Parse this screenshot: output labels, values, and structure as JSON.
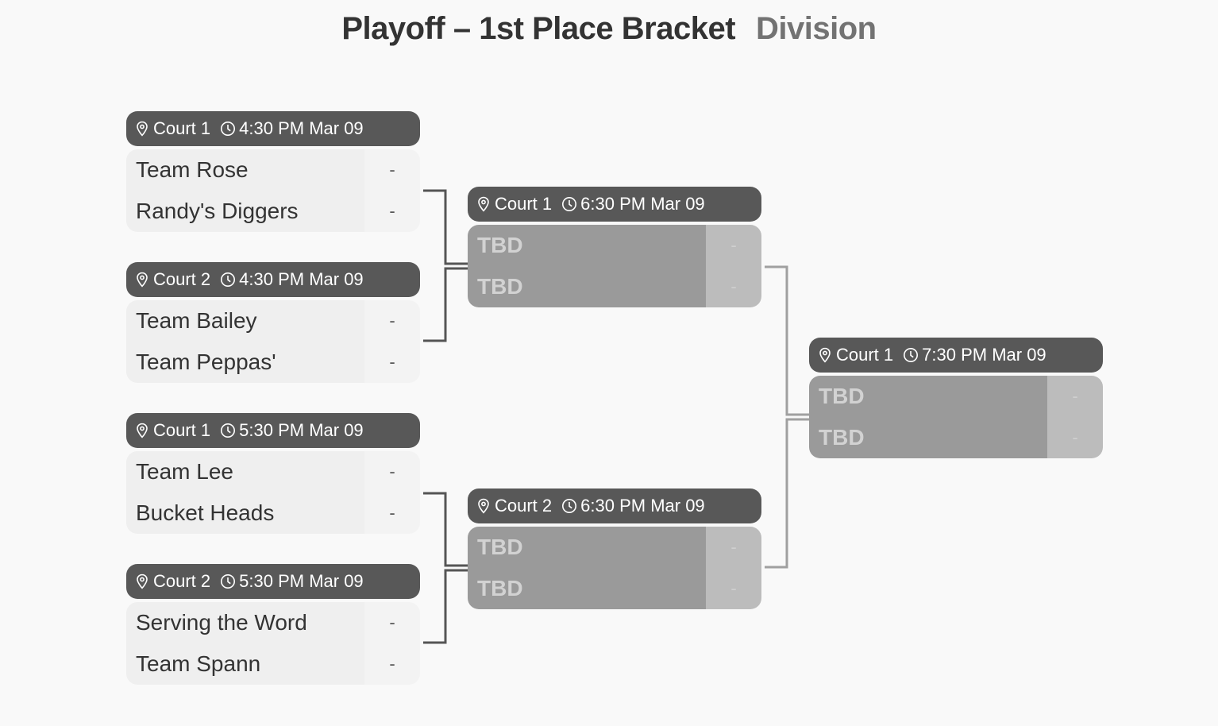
{
  "title": {
    "main": "Playoff – 1st Place Bracket",
    "division": "Division"
  },
  "icons": {
    "location": "map-pin-icon",
    "time": "clock-icon"
  },
  "colors": {
    "header_bg": "#585858",
    "team_bg": "#efefef",
    "pending_bg": "#9a9a9a",
    "pending_score_bg": "#bcbcbc",
    "connector_known": "#555555",
    "connector_pending": "#a0a0a0"
  },
  "rounds": [
    {
      "matches": [
        {
          "court": "Court 1",
          "time": "4:30 PM Mar 09",
          "teams": [
            {
              "name": "Team Rose",
              "score": "-"
            },
            {
              "name": "Randy's Diggers",
              "score": "-"
            }
          ]
        },
        {
          "court": "Court 2",
          "time": "4:30 PM Mar 09",
          "teams": [
            {
              "name": "Team Bailey",
              "score": "-"
            },
            {
              "name": "Team Peppas'",
              "score": "-"
            }
          ]
        },
        {
          "court": "Court 1",
          "time": "5:30 PM Mar 09",
          "teams": [
            {
              "name": "Team Lee",
              "score": "-"
            },
            {
              "name": "Bucket Heads",
              "score": "-"
            }
          ]
        },
        {
          "court": "Court 2",
          "time": "5:30 PM Mar 09",
          "teams": [
            {
              "name": "Serving the Word",
              "score": "-"
            },
            {
              "name": "Team Spann",
              "score": "-"
            }
          ]
        }
      ]
    },
    {
      "matches": [
        {
          "court": "Court 1",
          "time": "6:30 PM Mar 09",
          "teams": [
            {
              "name": "TBD",
              "score": "-"
            },
            {
              "name": "TBD",
              "score": "-"
            }
          ]
        },
        {
          "court": "Court 2",
          "time": "6:30 PM Mar 09",
          "teams": [
            {
              "name": "TBD",
              "score": "-"
            },
            {
              "name": "TBD",
              "score": "-"
            }
          ]
        }
      ]
    },
    {
      "matches": [
        {
          "court": "Court 1",
          "time": "7:30 PM Mar 09",
          "teams": [
            {
              "name": "TBD",
              "score": "-"
            },
            {
              "name": "TBD",
              "score": "-"
            }
          ]
        }
      ]
    }
  ]
}
